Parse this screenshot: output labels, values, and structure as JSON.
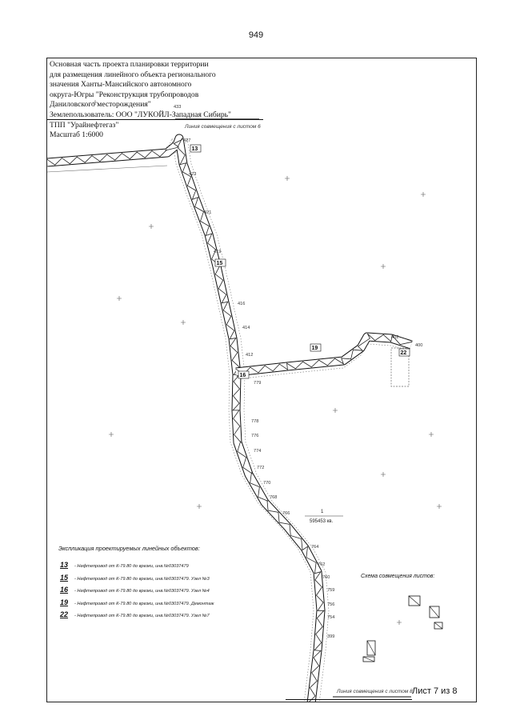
{
  "page": {
    "number": "949",
    "sheet_label": "Лист 7 из 8"
  },
  "title_block": {
    "lines": [
      "Основная часть проекта планировки территории",
      "для размещения линейного объекта регионального",
      "значения Ханты-Мансийского автономного",
      "округа-Югры \"Реконструкция трубопроводов",
      "Даниловского месторождения\"",
      "Землепользователь: ООО \"ЛУКОЙЛ-Западная Сибирь\"",
      "ТПП \"Урайнефтегаз\"",
      "Масштаб 1:6000"
    ]
  },
  "map": {
    "match_line_top": "Линия совмещения с листом 6",
    "match_line_bottom": "Линия совмещения с листом 8",
    "area_number": "1",
    "area_value": "595453 кв.",
    "picket_labels": [
      "433",
      "427",
      "423",
      "421",
      "419",
      "416",
      "414",
      "412",
      "779",
      "778",
      "776",
      "774",
      "772",
      "770",
      "768",
      "766",
      "764",
      "762",
      "760",
      "759",
      "756",
      "754",
      "399",
      "400",
      "402"
    ],
    "route_markers": [
      "13",
      "15",
      "16",
      "19",
      "22"
    ]
  },
  "legend": {
    "heading": "Экспликация проектируемых линейных объектов:",
    "items": [
      {
        "num": "13",
        "text": "- Нефтепровод от К-79.80 до врезки, инв.№03037479"
      },
      {
        "num": "15",
        "text": "- Нефтепровод от К-79.80 до врезки, инв.№03037479. Узел №3"
      },
      {
        "num": "16",
        "text": "- Нефтепровод от К-79.80 до врезки, инв.№03037479. Узел №4"
      },
      {
        "num": "19",
        "text": "- Нефтепровод от К-79.80 до врезки, инв.№03037479. Демонтаж"
      },
      {
        "num": "22",
        "text": "- Нефтепровод от К-79.80 до врезки, инв.№03037479. Узел №7"
      }
    ]
  },
  "scheme": {
    "title": "Схема совмещения листов:"
  },
  "colors": {
    "line": "#111111",
    "hatch": "#222222",
    "paper": "#ffffff"
  }
}
